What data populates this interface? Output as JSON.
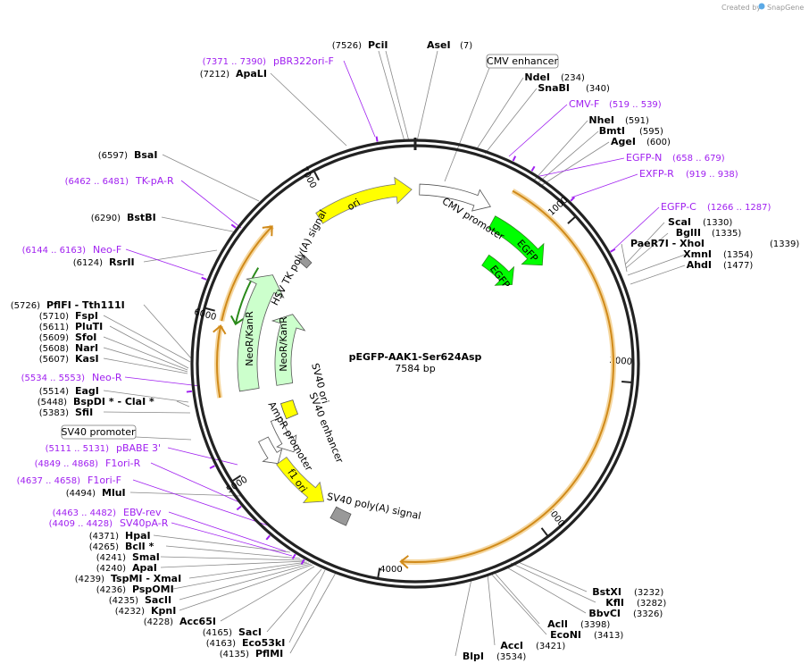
{
  "credit": {
    "prefix": "Created by",
    "brand": "SnapGene"
  },
  "plasmid": {
    "name": "pEGFP-AAK1-Ser624Asp",
    "length_label": "7584 bp"
  },
  "ticks": [
    "1000",
    "2000",
    "3000",
    "4000",
    "5000",
    "6000",
    "7000"
  ],
  "features": [
    {
      "label": "ori",
      "color": "#ffff00"
    },
    {
      "label": "CMV promoter",
      "color": "#ffffff"
    },
    {
      "label": "EGFP",
      "color": "#00ff00"
    },
    {
      "label": "EGFP",
      "color": "#00ff00"
    },
    {
      "label": "HSV TK poly(A) signal",
      "color": "#999999"
    },
    {
      "label": "NeoR/KanR",
      "color": "#ccffcc"
    },
    {
      "label": "NeoR/KanR",
      "color": "#ccffcc"
    },
    {
      "label": "SV40 ori",
      "color": "#ffff00"
    },
    {
      "label": "SV40 enhancer",
      "color": "#ffffff"
    },
    {
      "label": "AmpR promoter",
      "color": "#ffffff"
    },
    {
      "label": "f1 ori",
      "color": "#ffff00"
    },
    {
      "label": "SV40 poly(A) signal",
      "color": "#999999"
    }
  ],
  "boxed_labels": [
    "CMV enhancer",
    "SV40 promoter"
  ],
  "top_sites": [
    {
      "pos": "(7526)",
      "name": "PciI"
    },
    {
      "name": "AseI",
      "pos": "(7)"
    }
  ],
  "right_sites": [
    {
      "name": "NdeI",
      "pos": "(234)"
    },
    {
      "name": "SnaBI",
      "pos": "(340)"
    },
    {
      "name": "NheI",
      "pos": "(591)"
    },
    {
      "name": "BmtI",
      "pos": "(595)"
    },
    {
      "name": "AgeI",
      "pos": "(600)"
    },
    {
      "name": "ScaI",
      "pos": "(1330)"
    },
    {
      "name": "BglII",
      "pos": "(1335)"
    },
    {
      "name": "PaeR7I - XhoI",
      "pos": "(1339)"
    },
    {
      "name": "XmnI",
      "pos": "(1354)"
    },
    {
      "name": "AhdI",
      "pos": "(1477)"
    }
  ],
  "right_primers": [
    {
      "name": "CMV-F",
      "pos": "(519 .. 539)"
    },
    {
      "name": "EGFP-N",
      "pos": "(658 .. 679)"
    },
    {
      "name": "EXFP-R",
      "pos": "(919 .. 938)"
    },
    {
      "name": "EGFP-C",
      "pos": "(1266 .. 1287)"
    }
  ],
  "bottom_right_sites": [
    {
      "name": "BstXI",
      "pos": "(3232)"
    },
    {
      "name": "KflI",
      "pos": "(3282)"
    },
    {
      "name": "BbvCI",
      "pos": "(3326)"
    },
    {
      "name": "AclI",
      "pos": "(3398)"
    },
    {
      "name": "EcoNI",
      "pos": "(3413)"
    },
    {
      "name": "AccI",
      "pos": "(3421)"
    },
    {
      "name": "BlpI",
      "pos": "(3534)"
    }
  ],
  "left_sites": [
    {
      "pos": "(7212)",
      "name": "ApaLI"
    },
    {
      "pos": "(6597)",
      "name": "BsaI"
    },
    {
      "pos": "(6290)",
      "name": "BstBI"
    },
    {
      "pos": "(6124)",
      "name": "RsrII"
    },
    {
      "pos": "(5726)",
      "name": "PflFI - Tth111I"
    },
    {
      "pos": "(5710)",
      "name": "FspI"
    },
    {
      "pos": "(5611)",
      "name": "PluTI"
    },
    {
      "pos": "(5609)",
      "name": "SfoI"
    },
    {
      "pos": "(5608)",
      "name": "NarI"
    },
    {
      "pos": "(5607)",
      "name": "KasI"
    },
    {
      "pos": "(5514)",
      "name": "EagI"
    },
    {
      "pos": "(5448)",
      "name": "BspDI * - ClaI *"
    },
    {
      "pos": "(5383)",
      "name": "SfiI"
    },
    {
      "pos": "(4494)",
      "name": "MluI"
    },
    {
      "pos": "(4371)",
      "name": "HpaI"
    },
    {
      "pos": "(4265)",
      "name": "BclI *"
    },
    {
      "pos": "(4241)",
      "name": "SmaI"
    },
    {
      "pos": "(4240)",
      "name": "ApaI"
    },
    {
      "pos": "(4239)",
      "name": "TspMI - XmaI"
    },
    {
      "pos": "(4236)",
      "name": "PspOMI"
    },
    {
      "pos": "(4235)",
      "name": "SacII"
    },
    {
      "pos": "(4232)",
      "name": "KpnI"
    },
    {
      "pos": "(4228)",
      "name": "Acc65I"
    },
    {
      "pos": "(4165)",
      "name": "SacI"
    },
    {
      "pos": "(4163)",
      "name": "Eco53kI"
    },
    {
      "pos": "(4135)",
      "name": "PflMI"
    }
  ],
  "left_primers": [
    {
      "pos": "(7371 .. 7390)",
      "name": "pBR322ori-F"
    },
    {
      "pos": "(6462 .. 6481)",
      "name": "TK-pA-R"
    },
    {
      "pos": "(6144 .. 6163)",
      "name": "Neo-F"
    },
    {
      "pos": "(5534 .. 5553)",
      "name": "Neo-R"
    },
    {
      "pos": "(5111 .. 5131)",
      "name": "pBABE 3'"
    },
    {
      "pos": "(4849 .. 4868)",
      "name": "F1ori-R"
    },
    {
      "pos": "(4637 .. 4658)",
      "name": "F1ori-F"
    },
    {
      "pos": "(4463 .. 4482)",
      "name": "EBV-rev"
    },
    {
      "pos": "(4409 .. 4428)",
      "name": "SV40pA-R"
    }
  ]
}
